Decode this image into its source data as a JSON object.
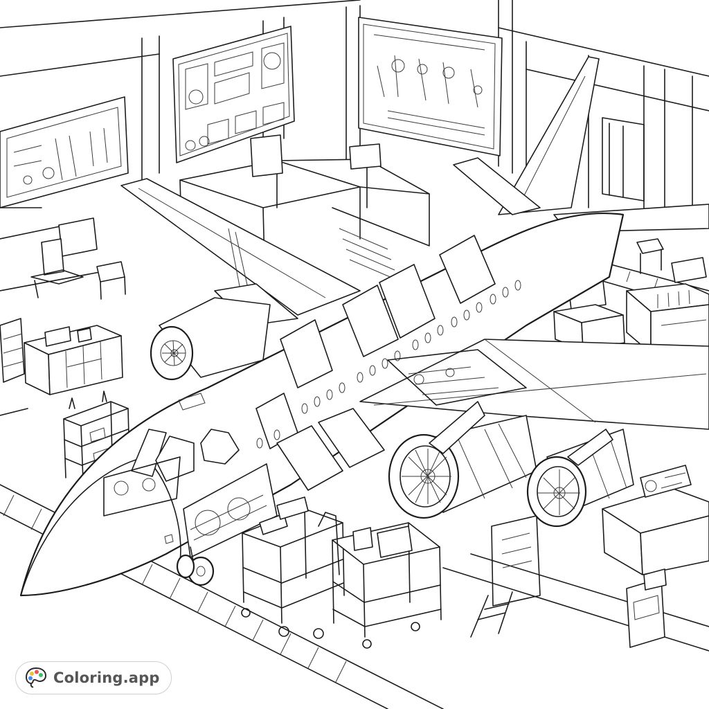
{
  "scene": {
    "subject": "Airplane under maintenance in a hangar (coloring page line art)",
    "elements": [
      "hangar walls",
      "technical diagram boards",
      "scaffolding platform",
      "airliner with open panels",
      "jet engines",
      "tool carts",
      "workbenches",
      "floor rails"
    ]
  },
  "watermark": {
    "label": "Coloring.app",
    "icon": "palette-icon",
    "dot_colors": [
      "#f2c230",
      "#e8585a",
      "#4c8cf0",
      "#3fbf6a"
    ]
  },
  "colors": {
    "line": "#1c1c1c",
    "background": "#ffffff",
    "badge_border": "#cfcfcf",
    "badge_text": "#555555"
  }
}
